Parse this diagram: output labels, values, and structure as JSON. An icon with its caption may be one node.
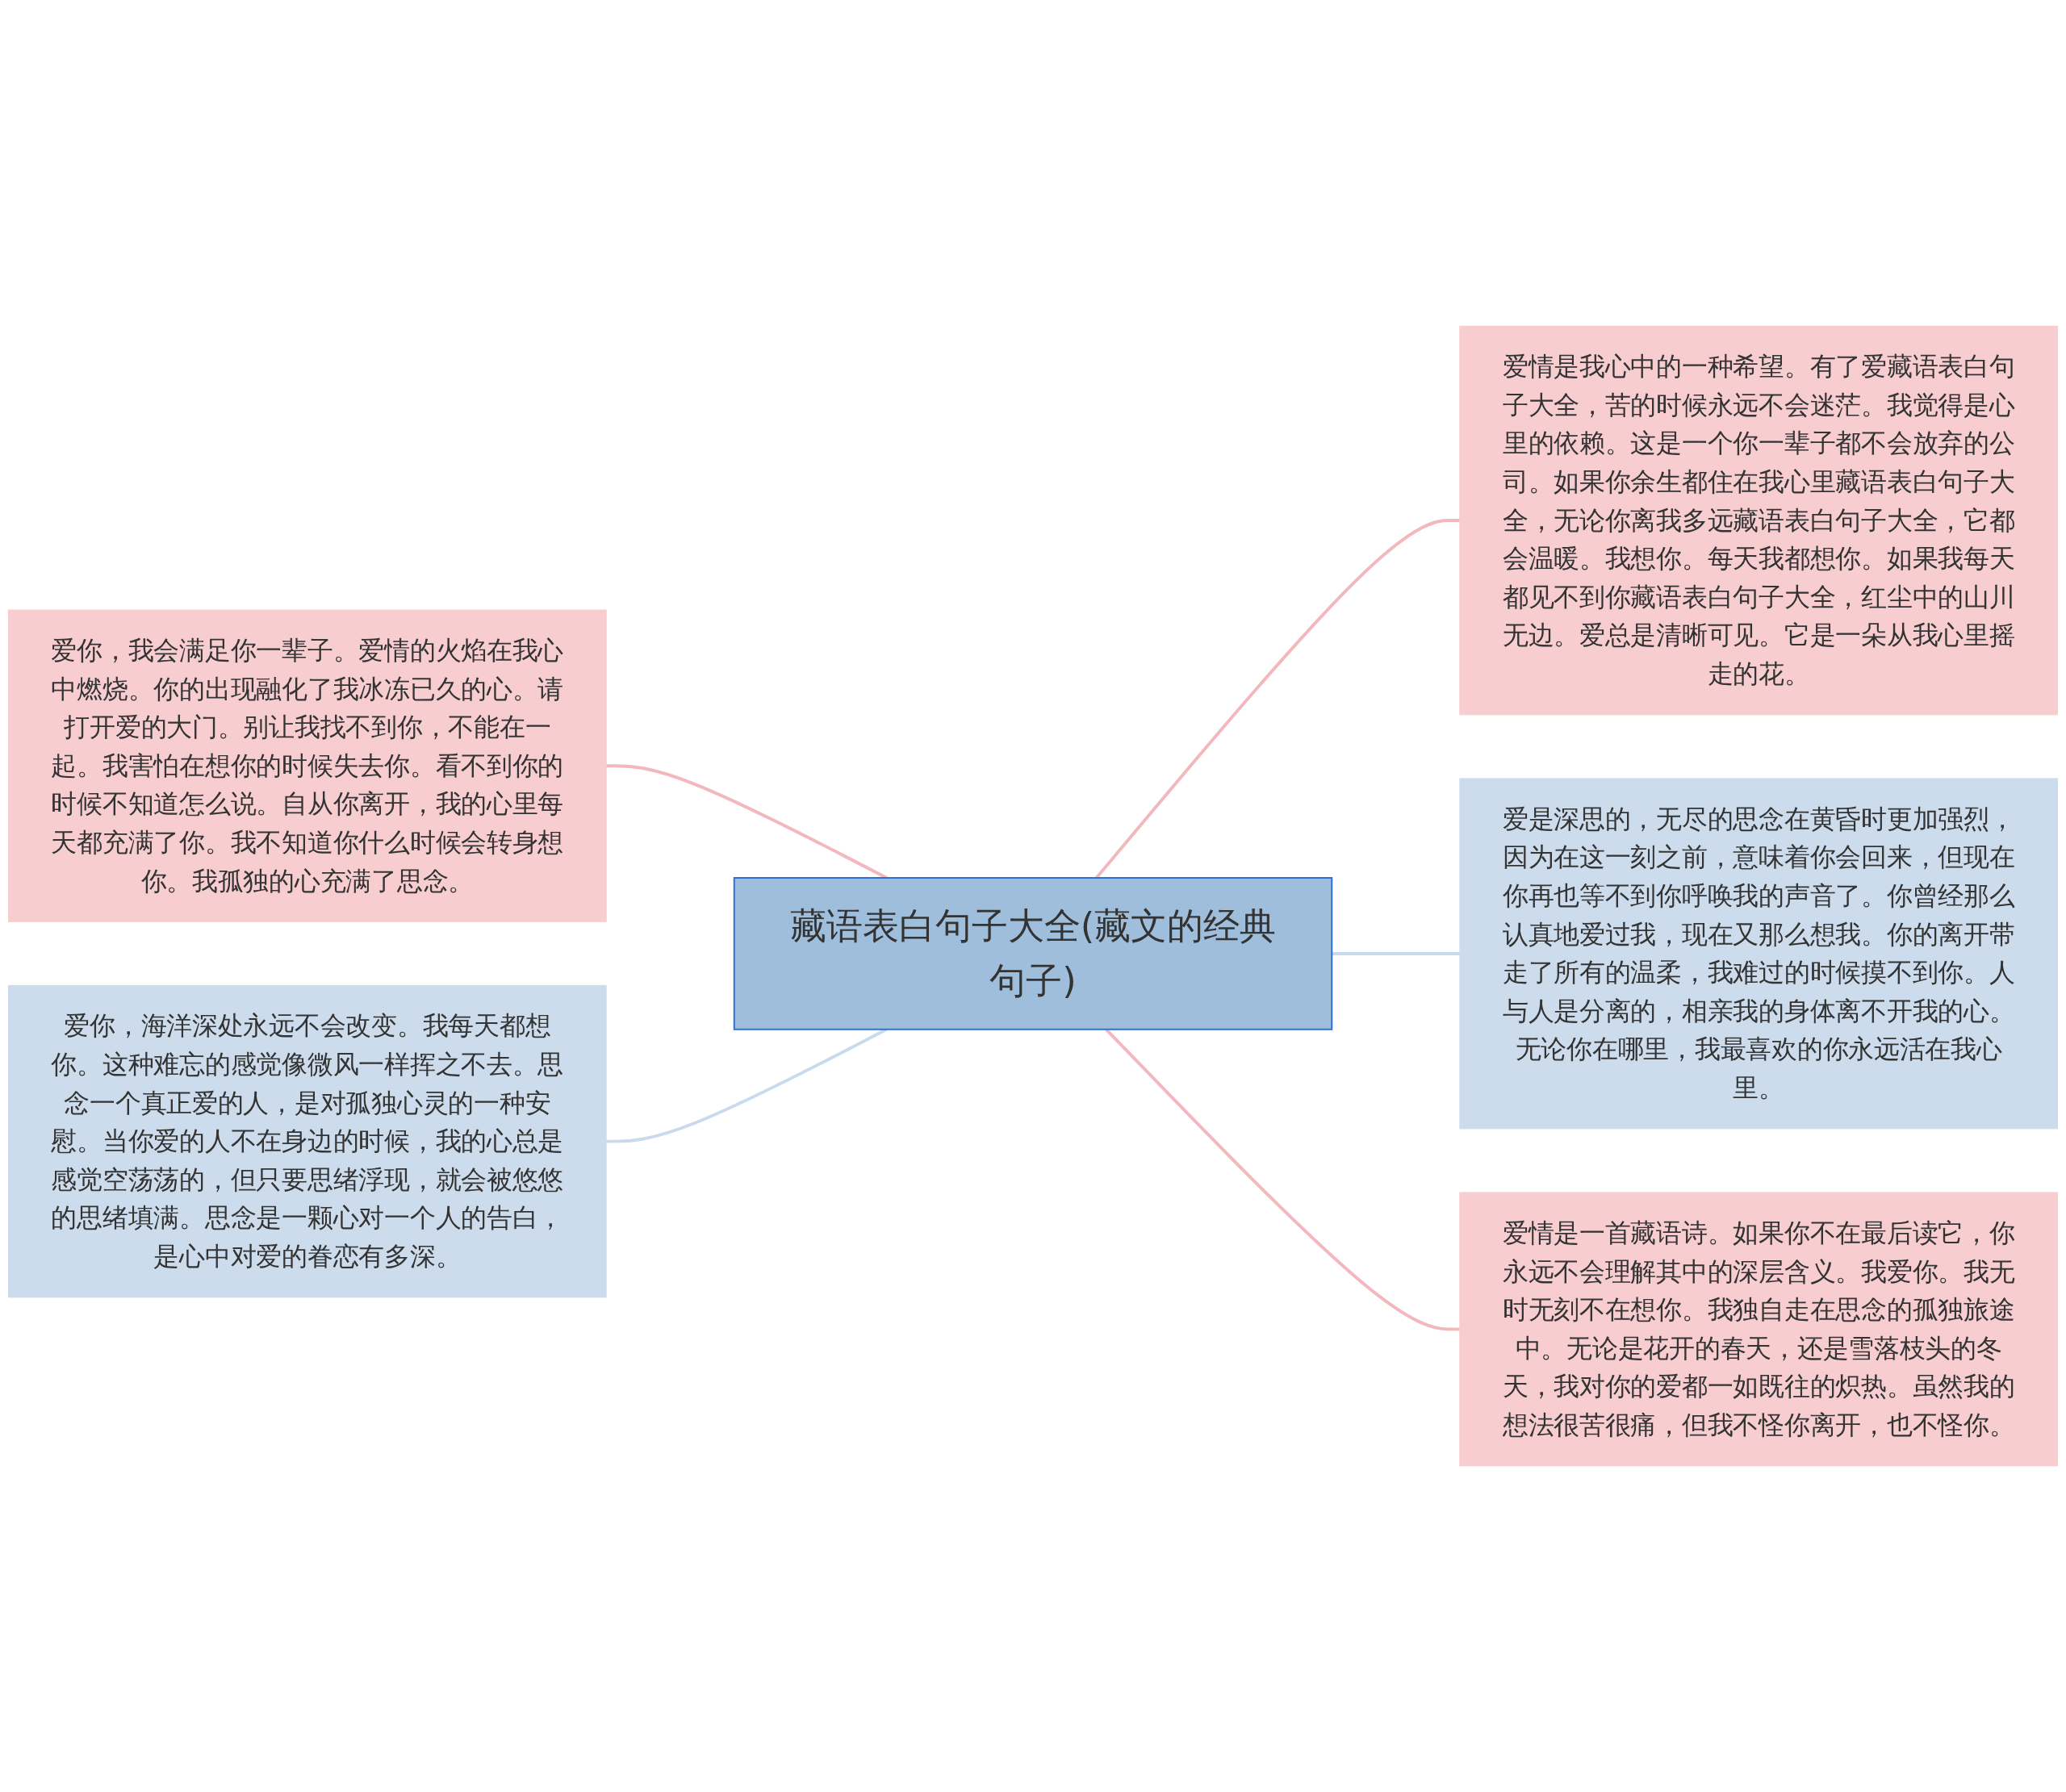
{
  "diagram": {
    "nodes": [
      {
        "text": [
          "藏语表白句子大全(藏文的经典句子)"
        ]
      },
      {
        "text": [
          "爱你，我会满足你一辈子。爱情的火焰在我心中燃烧。你的出现融化了我冰冻已久的心。请打开爱的大门。别让我找不到你，不能在一起。我害怕在想你的时候失去你。看不到你的时候不知道怎么说。自从你离开，我的心里每天都充满了你。我不知道你什么时候会转身想你。我孤独的心充满了思念。"
        ]
      },
      {
        "text": [
          "爱你，海洋深处永远不会改变。我每天都想你。这种难忘的感觉像微风一样挥之不去。思念一个真正爱的人，是对孤独心灵的一种安慰。当你爱的人不在身边的时候，我的心总是感觉空荡荡的，但只要思绪浮现，就会被悠悠的思绪填满。思念是一颗心对一个人的告白，是心中对爱的眷恋有多深。"
        ]
      },
      {
        "text": [
          "爱情是我心中的一种希望。有了爱藏语表白句子大全，苦的时候永远不会迷茫。我觉得是心里的依赖。这是一个你一辈子都不会放弃的公司。如果你余生都住在我心里藏语表白句子大全，无论你离我多远藏语表白句子大全，它都会温暖。我想你。每天我都想你。如果我每天都见不到你藏语表白句子大全，红尘中的山川无边。爱总是清晰可见。它是一朵从我心里摇走的花。"
        ]
      },
      {
        "text": [
          "爱是深思的，无尽的思念在黄昏时更加强烈，因为在这一刻之前，意味着你会回来，但现在你再也等不到你呼唤我的声音了。你曾经那么认真地爱过我，现在又那么想我。你的离开带走了所有的温柔，我难过的时候摸不到你。人与人是分离的，相亲我的身体离不开我的心。无论你在哪里，我最喜欢的你永远活在我心里。"
        ]
      },
      {
        "text": [
          "爱情是一首藏语诗。如果你不在最后读它，你永远不会理解其中的深层含义。我爱你。我无时无刻不在想你。我独自走在思念的孤独旅途中。无论是花开的春天，还是雪落枝头的冬天，我对你的爱都一如既往的炽热。虽然我的想法很苦很痛，但我不怪你离开，也不怪你。"
        ]
      }
    ],
    "edges": [
      {
        "from": 1,
        "to": 0,
        "arrow": "none"
      },
      {
        "from": 2,
        "to": 0,
        "arrow": "none",
        "color": "#c9daec"
      },
      {
        "from": 0,
        "to": 3,
        "arrow": "none"
      },
      {
        "from": 0,
        "to": 4,
        "arrow": "none",
        "color": "#c9daec"
      },
      {
        "from": 0,
        "to": 5,
        "arrow": "none"
      }
    ]
  }
}
